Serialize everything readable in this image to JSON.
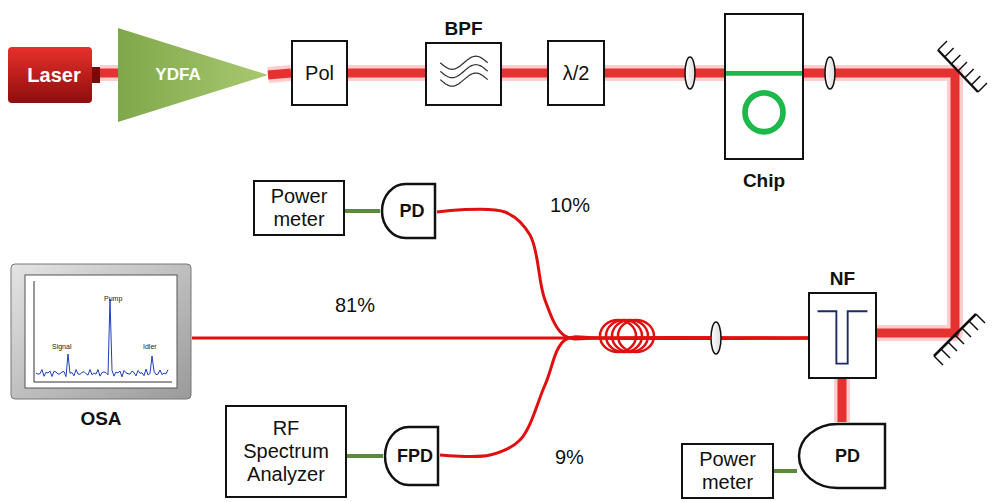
{
  "diagram": {
    "nodes": [
      {
        "text": [
          "Laser"
        ]
      },
      {
        "text": [
          "YDFA"
        ]
      },
      {
        "text": [
          "Pol"
        ]
      },
      {
        "text": [
          "BPF"
        ]
      },
      {
        "text": [
          "λ/2"
        ]
      },
      {
        "text": [
          "Chip"
        ]
      },
      {
        "text": [
          "Power meter"
        ]
      },
      {
        "text": [
          "PD"
        ]
      },
      {
        "text": [
          "OSA"
        ]
      },
      {
        "text": [
          "NF"
        ]
      },
      {
        "text": [
          "RF Spectrum Analyzer"
        ]
      },
      {
        "text": [
          "FPD"
        ]
      },
      {
        "text": [
          "Power meter"
        ]
      },
      {
        "text": [
          "PD"
        ]
      }
    ],
    "edges": [
      {
        "from": 0,
        "to": 1,
        "arrow": "none"
      },
      {
        "from": 1,
        "to": 2,
        "arrow": "none"
      },
      {
        "from": 2,
        "to": 3,
        "arrow": "none"
      },
      {
        "from": 3,
        "to": 4,
        "arrow": "none"
      },
      {
        "from": 4,
        "to": 5,
        "arrow": "none"
      },
      {
        "from": 5,
        "to": 9,
        "arrow": "none"
      },
      {
        "from": 9,
        "to": 8,
        "label": "81%",
        "arrow": "none"
      },
      {
        "from": 9,
        "to": 7,
        "label": "10%",
        "arrow": "none"
      },
      {
        "from": 9,
        "to": 11,
        "label": "9%",
        "arrow": "none"
      },
      {
        "from": 9,
        "to": 13,
        "arrow": "none"
      },
      {
        "from": 7,
        "to": 6,
        "arrow": "none"
      },
      {
        "from": 11,
        "to": 10,
        "arrow": "none"
      },
      {
        "from": 13,
        "to": 12,
        "arrow": "none"
      }
    ],
    "labels": [
      "Signal",
      "Pump",
      "Idler"
    ]
  }
}
